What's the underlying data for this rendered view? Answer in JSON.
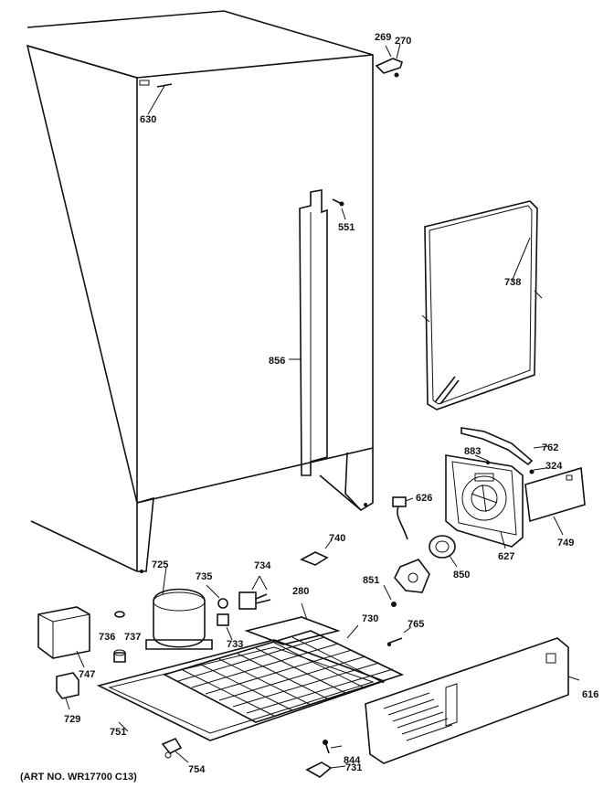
{
  "art_number": "(ART NO. WR17700 C13)",
  "callouts": {
    "c269": "269",
    "c270": "270",
    "c630": "630",
    "c551": "551",
    "c738": "738",
    "c856": "856",
    "c762": "762",
    "c883": "883",
    "c324": "324",
    "c626": "626",
    "c749": "749",
    "c740": "740",
    "c725": "725",
    "c735": "735",
    "c734": "734",
    "c280": "280",
    "c851": "851",
    "c850": "850",
    "c627": "627",
    "c736": "736",
    "c737": "737",
    "c733": "733",
    "c730": "730",
    "c765": "765",
    "c747": "747",
    "c616": "616",
    "c729": "729",
    "c751": "751",
    "c844": "844",
    "c754": "754",
    "c731": "731"
  }
}
